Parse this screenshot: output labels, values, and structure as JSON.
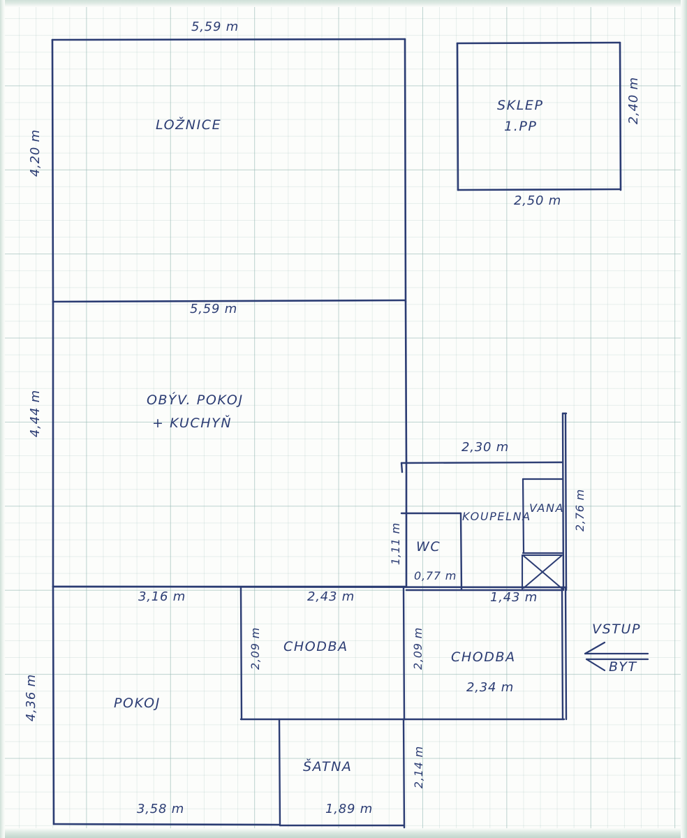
{
  "document": {
    "kind": "hand-drawn-floor-plan",
    "medium": "blue-ballpoint-pen-on-graph-paper",
    "language": "cs",
    "ink_color": "#2b3c73",
    "paper_color": "#fcfdfb",
    "grid_color": "#96b9b4"
  },
  "rooms": [
    {
      "id": "loznice",
      "label": "LOŽNICE"
    },
    {
      "id": "sklep",
      "label": "SKLEP"
    },
    {
      "id": "sklep_floor",
      "label": "1.PP"
    },
    {
      "id": "obyvak",
      "label": "OBÝV. POKOJ"
    },
    {
      "id": "kuchyn",
      "label": "+ KUCHYŇ"
    },
    {
      "id": "koupelna",
      "label": "KOUPELNA"
    },
    {
      "id": "vana",
      "label": "VANA"
    },
    {
      "id": "wc",
      "label": "WC"
    },
    {
      "id": "chodba_1",
      "label": "CHODBA"
    },
    {
      "id": "chodba_2",
      "label": "CHODBA"
    },
    {
      "id": "pokoj",
      "label": "POKOJ"
    },
    {
      "id": "satna",
      "label": "ŠATNA"
    }
  ],
  "dimensions": {
    "loznice_top": "5,59 m",
    "loznice_left": "4,20 m",
    "sklep_bottom": "2,50 m",
    "sklep_right": "2,40 m",
    "obyvak_top": "5,59 m",
    "obyvak_left": "4,44 m",
    "koupelna_top": "2,30 m",
    "koupelna_right": "2,76 m",
    "wc_left": "1,11 m",
    "wc_bottom": "0,77 m",
    "koupelna_bottom": "1,43 m",
    "pokoj_top": "3,16 m",
    "chodba1_top": "2,43 m",
    "chodba1_left": "2,09 m",
    "chodba2_left": "2,09 m",
    "chodba2_bottom": "2,34 m",
    "pokoj_left": "4,36 m",
    "pokoj_bottom": "3,58 m",
    "satna_bottom": "1,89 m",
    "satna_right": "2,14 m"
  },
  "annotations": {
    "entry_top": "VSTUP",
    "entry_bottom": "BYT",
    "entry_arrow": "left-arrow-icon"
  }
}
